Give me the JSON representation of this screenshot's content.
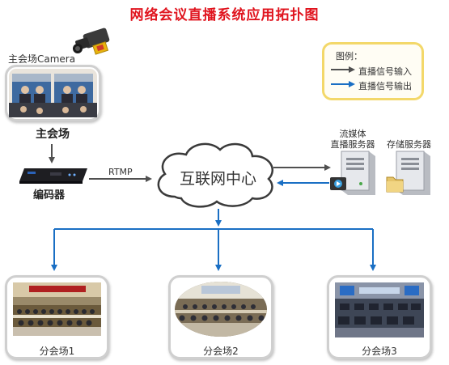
{
  "title": "网络会议直播系统应用拓扑图",
  "camera_label": "主会场Camera",
  "main_venue": {
    "label": "主会场"
  },
  "encoder": {
    "label": "编码器"
  },
  "protocol_label": "RTMP",
  "cloud": {
    "label": "互联网中心"
  },
  "servers": {
    "streaming": {
      "label_line1": "流媒体",
      "label_line2": "直播服务器"
    },
    "storage": {
      "label": "存储服务器"
    }
  },
  "legend": {
    "title": "图例：",
    "items": [
      {
        "label": "直播信号输入",
        "color": "#505050"
      },
      {
        "label": "直播信号输出",
        "color": "#1a6fc4"
      }
    ]
  },
  "branches": [
    {
      "label": "分会场1"
    },
    {
      "label": "分会场2"
    },
    {
      "label": "分会场3"
    }
  ],
  "colors": {
    "title": "#e0141e",
    "input_arrow": "#505050",
    "output_arrow": "#1a6fc4",
    "legend_border": "#f3d86a"
  }
}
